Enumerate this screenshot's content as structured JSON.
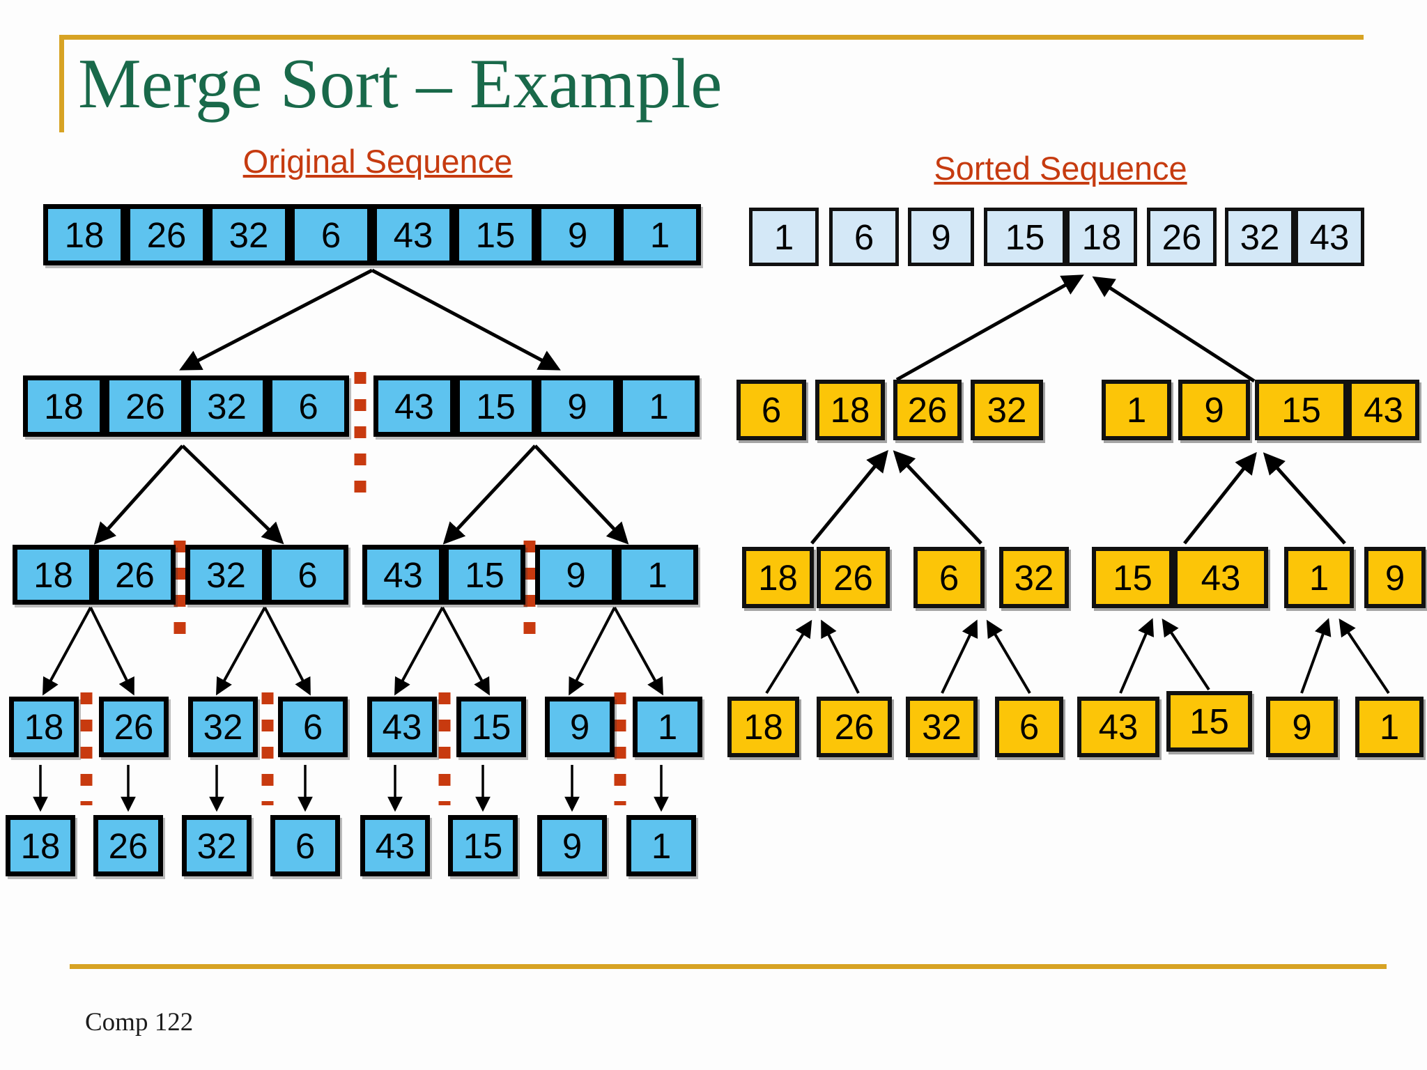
{
  "slide": {
    "title": "Merge Sort – Example",
    "footer": "Comp 122",
    "headings": {
      "original": "Original Sequence",
      "sorted": "Sorted Sequence"
    }
  },
  "colors": {
    "title_green": "#19694a",
    "heading_red": "#c63b10",
    "gold_border": "#d7a324",
    "blue_box": "#5ec3ef",
    "light_blue_box": "#d4e8f7",
    "yellow_box": "#fcc508",
    "dashed_divider_red": "#c83a0f",
    "arrow_black": "#000000"
  },
  "left_tree": {
    "row1": [
      "18",
      "26",
      "32",
      "6",
      "43",
      "15",
      "9",
      "1"
    ],
    "row2": [
      "18",
      "26",
      "32",
      "6",
      "43",
      "15",
      "9",
      "1"
    ],
    "row3": [
      "18",
      "26",
      "32",
      "6",
      "43",
      "15",
      "9",
      "1"
    ],
    "row4": [
      "18",
      "26",
      "32",
      "6",
      "43",
      "15",
      "9",
      "1"
    ],
    "row5": [
      "18",
      "26",
      "32",
      "6",
      "43",
      "15",
      "9",
      "1"
    ]
  },
  "right_tree": {
    "sorted": [
      "1",
      "6",
      "9",
      "15",
      "18",
      "26",
      "32",
      "43"
    ],
    "merge_level2": [
      "6",
      "18",
      "26",
      "32",
      "1",
      "9",
      "15",
      "43"
    ],
    "merge_level1": [
      "18",
      "26",
      "6",
      "32",
      "15",
      "43",
      "1",
      "9"
    ],
    "leaves": [
      "18",
      "26",
      "32",
      "6",
      "43",
      "15",
      "9",
      "1"
    ]
  }
}
